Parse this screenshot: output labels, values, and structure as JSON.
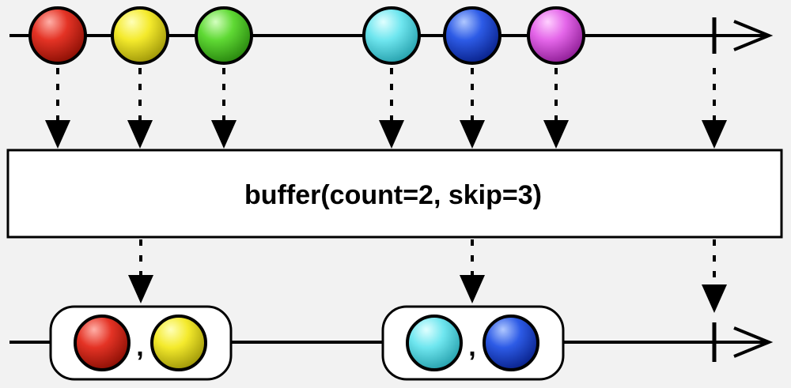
{
  "operator": {
    "label": "buffer(count=2, skip=3)"
  },
  "input_timeline": {
    "marbles": [
      {
        "color": "red"
      },
      {
        "color": "yellow"
      },
      {
        "color": "green"
      },
      {
        "color": "cyan"
      },
      {
        "color": "blue"
      },
      {
        "color": "magenta"
      }
    ],
    "completes": true
  },
  "output_timeline": {
    "buffers": [
      {
        "items": [
          {
            "color": "red"
          },
          {
            "color": "yellow"
          }
        ],
        "separator": ","
      },
      {
        "items": [
          {
            "color": "cyan"
          },
          {
            "color": "blue"
          }
        ],
        "separator": ","
      }
    ],
    "completes": true
  },
  "palette": {
    "red": [
      "#ffb0a8",
      "#e43325",
      "#901106"
    ],
    "yellow": [
      "#ffffb8",
      "#f4ea2c",
      "#a39b0a"
    ],
    "green": [
      "#d4ffc0",
      "#5fd934",
      "#2b8a10"
    ],
    "cyan": [
      "#e0ffff",
      "#6fe6ef",
      "#2aa4b0"
    ],
    "blue": [
      "#b0c8ff",
      "#2d5be6",
      "#0b2590"
    ],
    "magenta": [
      "#ffd0ff",
      "#e466e9",
      "#93219a"
    ],
    "background": "#f2f2f2",
    "stroke": "#000000"
  }
}
